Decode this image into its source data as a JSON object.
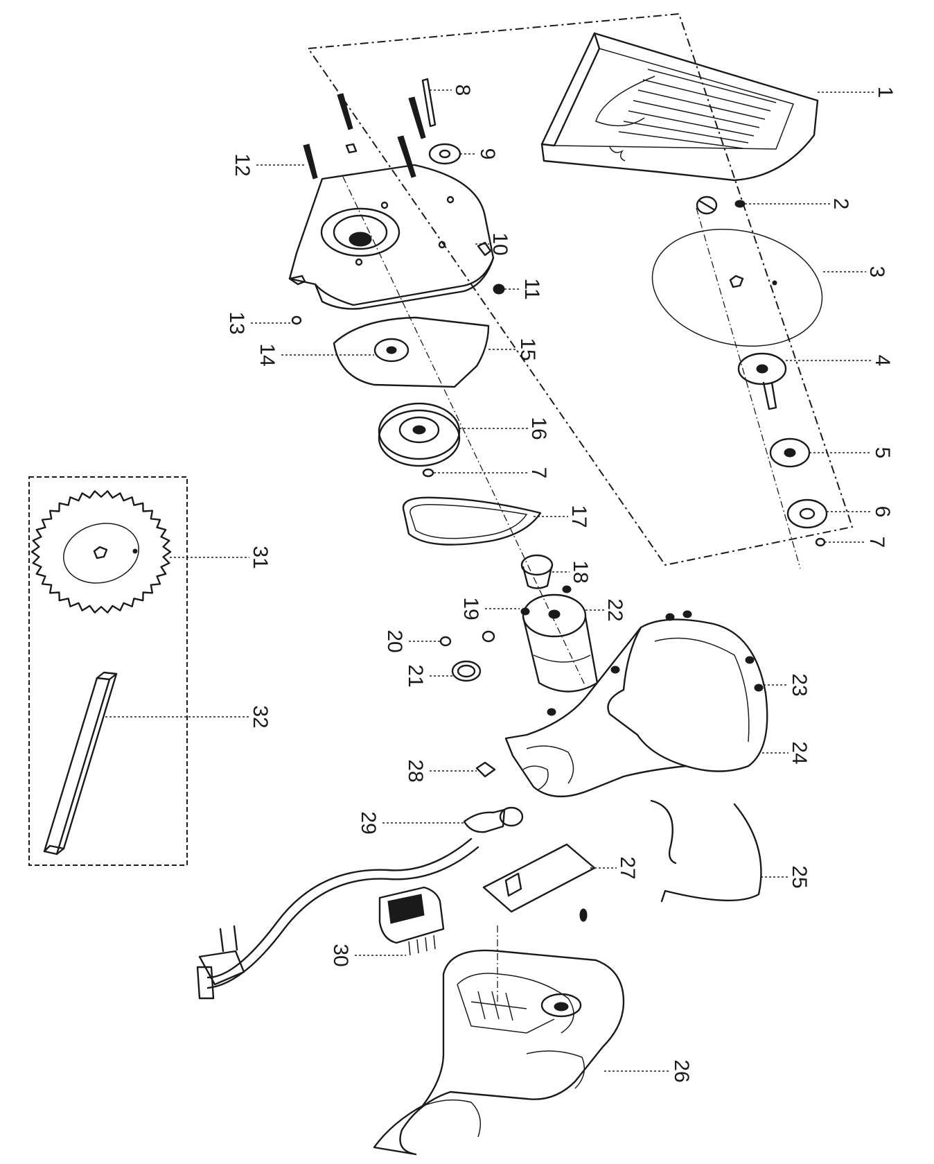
{
  "diagram": {
    "callouts": [
      "1",
      "2",
      "3",
      "4",
      "5",
      "6",
      "7",
      "8",
      "9",
      "10",
      "11",
      "12",
      "13",
      "14",
      "15",
      "16",
      "7",
      "17",
      "18",
      "19",
      "22",
      "20",
      "21",
      "23",
      "24",
      "28",
      "29",
      "27",
      "25",
      "30",
      "26",
      "31",
      "32"
    ]
  }
}
